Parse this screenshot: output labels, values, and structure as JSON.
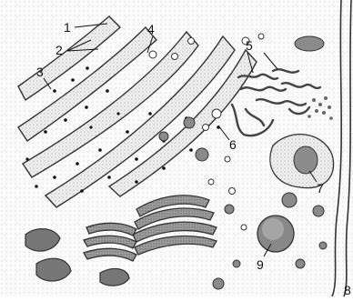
{
  "diagram": {
    "labels": [
      "1",
      "2",
      "3",
      "4",
      "5",
      "6",
      "7",
      "9",
      "8"
    ]
  }
}
